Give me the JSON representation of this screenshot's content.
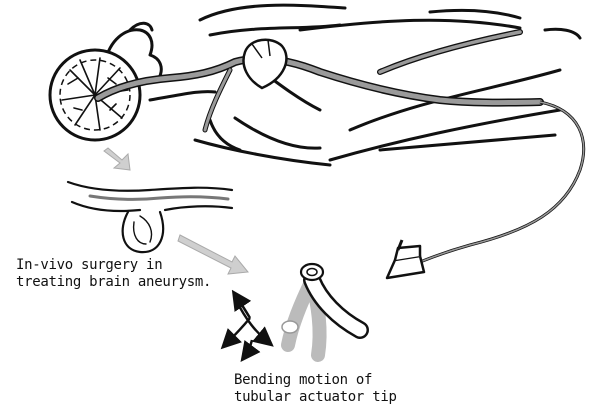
{
  "captions": {
    "surgery": {
      "line1": "In-vivo surgery in",
      "line2": "treating brain aneurysm."
    },
    "bending": {
      "line1": "Bending motion of",
      "line2": "tubular actuator tip"
    }
  },
  "colors": {
    "ink": "#111111",
    "vessel_fill": "#9a9a9a",
    "arrow_fill": "#cfcfcf",
    "background": "#ffffff"
  }
}
